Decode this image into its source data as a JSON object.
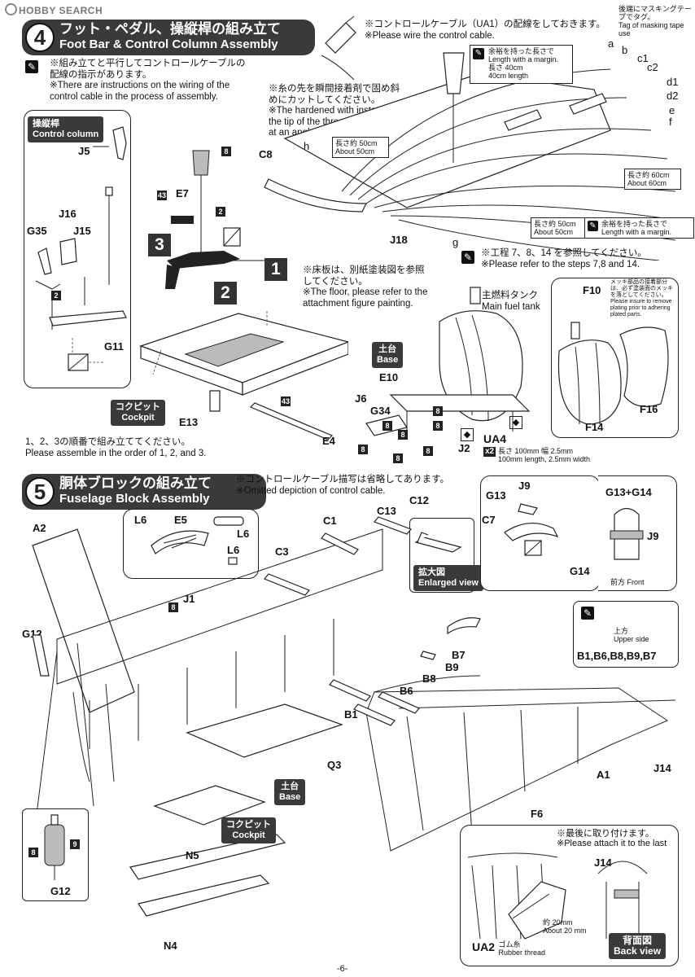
{
  "watermark": "HOBBY SEARCH",
  "step4": {
    "number": "4",
    "title_jp": "フット・ペダル、操縦桿の組み立て",
    "title_en": "Foot Bar & Control Column Assembly",
    "note_jp": "※組み立てと平行してコントロールケーブルの配線の指示があります。",
    "note_en": "※There are instructions on the wiring of the control cable in the process of assembly.",
    "control_column_tag_jp": "操縦桿",
    "control_column_tag_en": "Control column",
    "parts": [
      "J5",
      "J16",
      "J15",
      "G35",
      "G11",
      "E7",
      "C8",
      "J18",
      "E13",
      "E4",
      "E10",
      "J6",
      "G34",
      "J2",
      "F10",
      "F16",
      "F14"
    ],
    "order_jp": "1、2、3の順番で組み立ててください。",
    "order_en": "Please assemble in the order of 1, 2, and 3.",
    "floor_note_jp": "※床板は、別紙塗装図を参照してください。",
    "floor_note_en": "※The floor, please refer to the attachment figure painting.",
    "wire_note_jp": "※コントロールケーブル（UA1）の配線をしておきます。",
    "wire_note_en": "※Please wire the control cable.",
    "glue_note_jp": "※糸の先を瞬間接着剤で固め斜めにカットしてください。",
    "glue_note_en": "※The hardened with instant glue the tip of the thread, please cut at an angle.",
    "margin_40_jp": "余裕を持った長さで",
    "margin_40_en": "Length with a margin.",
    "len_40_jp": "長さ 40cm",
    "len_40_en": "40cm length",
    "about50_jp": "長さ約 50cm",
    "about50_en": "About 50cm",
    "about60_jp": "長さ約 60cm",
    "about60_en": "About 60cm",
    "masking_jp": "後端にマスキングテープでタグ。",
    "masking_en": "Tag of masking tape use",
    "refer_jp": "※工程 7、8、14 を参照してください。",
    "refer_en": "※Please refer to the steps 7,8 and 14.",
    "fuel_tank_jp": "主燃料タンク",
    "fuel_tank_en": "Main fuel tank",
    "plating_note": "メッキ部品の接着部分は、必ず塗装面のメッキを落としてください。Please insure to remove plating prior to adhering plated parts.",
    "base_jp": "土台",
    "base_en": "Base",
    "cockpit_jp": "コクピット",
    "cockpit_en": "Cockpit",
    "ua4": "UA4",
    "ua4_jp": "長さ 100mm 幅 2.5mm",
    "ua4_en": "100mm length, 2.5mm width",
    "ua4_qty": "x2",
    "cable_letters": [
      "a",
      "b",
      "c1",
      "c2",
      "d1",
      "d2",
      "e",
      "f",
      "g",
      "h"
    ]
  },
  "step5": {
    "number": "5",
    "title_jp": "胴体ブロックの組み立て",
    "title_en": "Fuselage Block Assembly",
    "note_jp": "※コントロールケーブル描写は省略してあります。",
    "note_en": "※Omitted depiction of control cable.",
    "parts": [
      "A2",
      "L6",
      "E5",
      "J1",
      "G12",
      "C3",
      "C1",
      "C13",
      "C12",
      "J9",
      "G13",
      "C7",
      "G14",
      "B7",
      "B9",
      "B8",
      "B6",
      "B1",
      "Q3",
      "A1",
      "J14",
      "F6",
      "N5",
      "N4",
      "UA2"
    ],
    "combo_label": "G13+G14",
    "enlarged_jp": "拡大図",
    "enlarged_en": "Enlarged view",
    "front_jp": "前方",
    "front_en": "Front",
    "upper_jp": "上方",
    "upper_en": "Upper side",
    "b_group": "B1,B6,B8,B9,B7",
    "last_note_jp": "※最後に取り付けます。",
    "last_note_en": "※Please attach it to the last",
    "rubber_jp": "ゴム糸",
    "rubber_en": "Rubber thread",
    "about20_jp": "約 20mm",
    "about20_en": "About 20 mm",
    "back_view_jp": "背面図",
    "back_view_en": "Back view"
  },
  "page_number": "-6-"
}
